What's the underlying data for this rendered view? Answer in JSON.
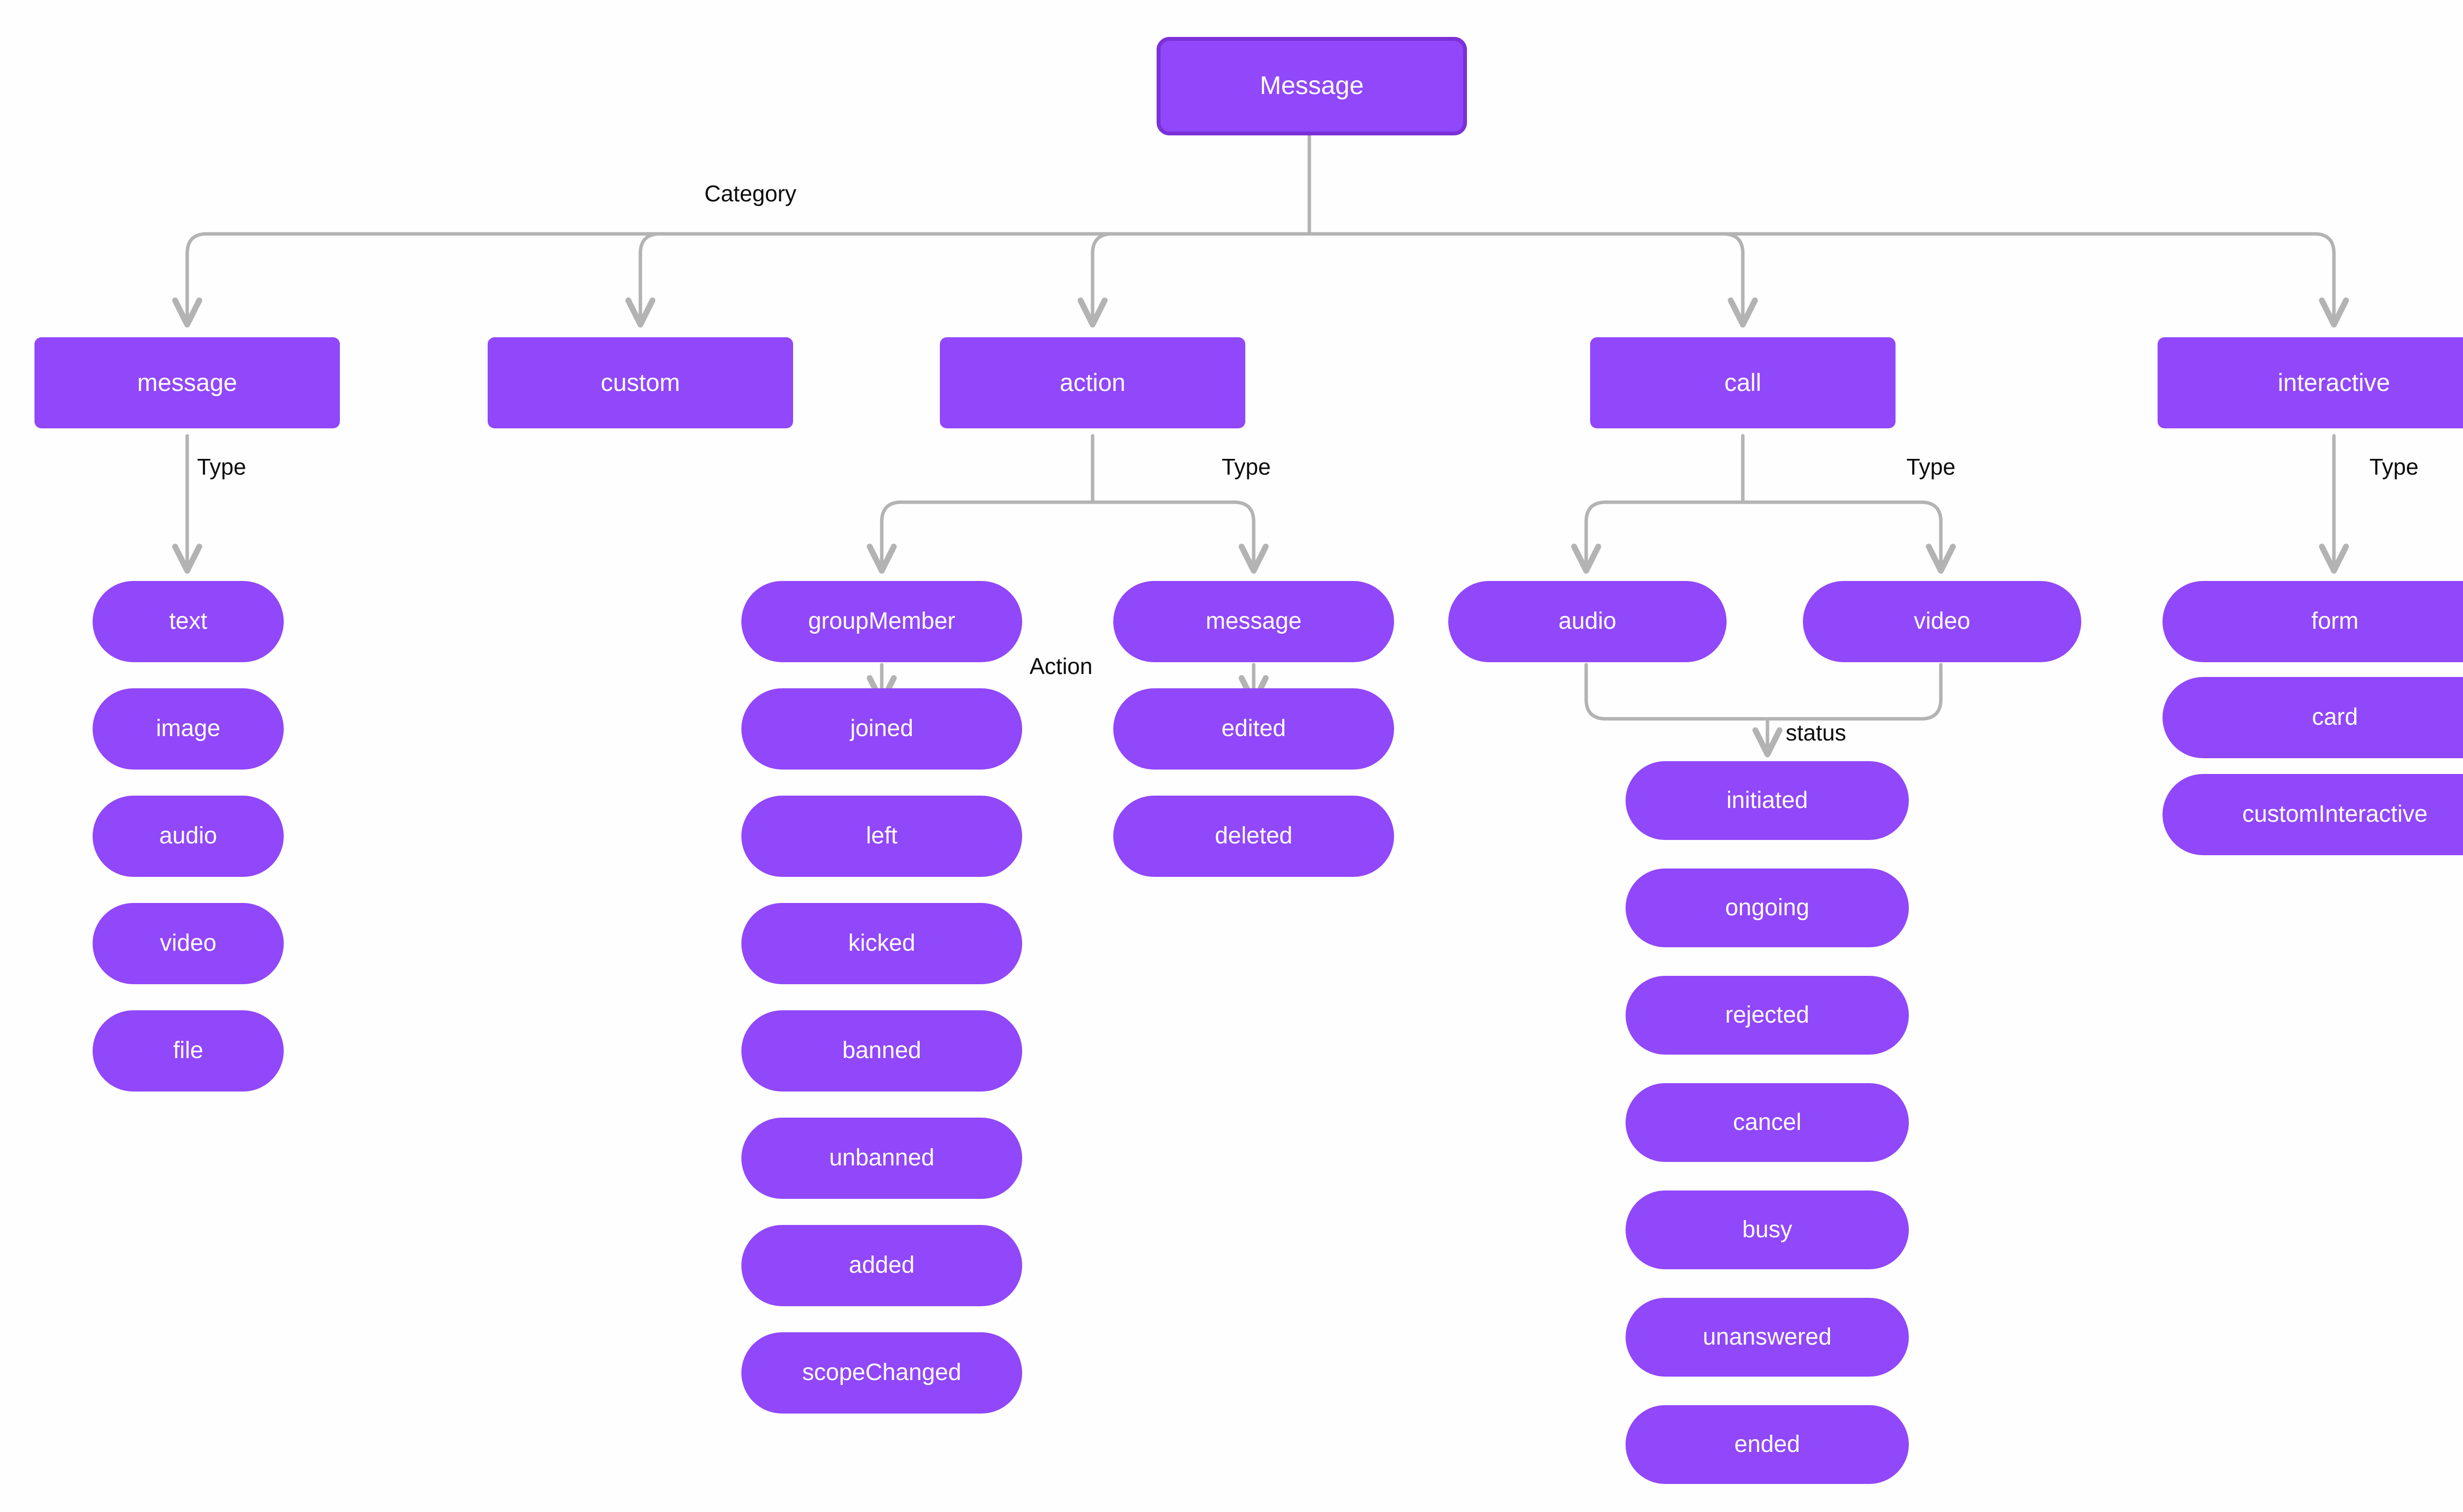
{
  "diagram": {
    "title": "Message",
    "colors": {
      "node_fill": "#9147fa",
      "root_border": "#7b31d8",
      "node_text": "#ffffff",
      "edge_line": "#b3b3b3",
      "edge_label_text": "#0d0d0d",
      "background": "#fefefe"
    },
    "root": {
      "label": "Message"
    },
    "edge_labels": {
      "category": "Category",
      "type_message": "Type",
      "type_action": "Type",
      "type_call": "Type",
      "type_interactive": "Type",
      "action": "Action",
      "status": "status"
    },
    "categories": [
      {
        "label": "message"
      },
      {
        "label": "custom"
      },
      {
        "label": "action"
      },
      {
        "label": "call"
      },
      {
        "label": "interactive"
      }
    ],
    "message_types": [
      {
        "label": "text"
      },
      {
        "label": "image"
      },
      {
        "label": "audio"
      },
      {
        "label": "video"
      },
      {
        "label": "file"
      }
    ],
    "action_types": [
      {
        "label": "groupMember"
      },
      {
        "label": "message"
      }
    ],
    "group_member_actions": [
      {
        "label": "joined"
      },
      {
        "label": "left"
      },
      {
        "label": "kicked"
      },
      {
        "label": "banned"
      },
      {
        "label": "unbanned"
      },
      {
        "label": "added"
      },
      {
        "label": "scopeChanged"
      }
    ],
    "message_actions": [
      {
        "label": "edited"
      },
      {
        "label": "deleted"
      }
    ],
    "call_types": [
      {
        "label": "audio"
      },
      {
        "label": "video"
      }
    ],
    "call_statuses": [
      {
        "label": "initiated"
      },
      {
        "label": "ongoing"
      },
      {
        "label": "rejected"
      },
      {
        "label": "cancel"
      },
      {
        "label": "busy"
      },
      {
        "label": "unanswered"
      },
      {
        "label": "ended"
      }
    ],
    "interactive_types": [
      {
        "label": "form"
      },
      {
        "label": "card"
      },
      {
        "label": "customInteractive"
      }
    ]
  }
}
